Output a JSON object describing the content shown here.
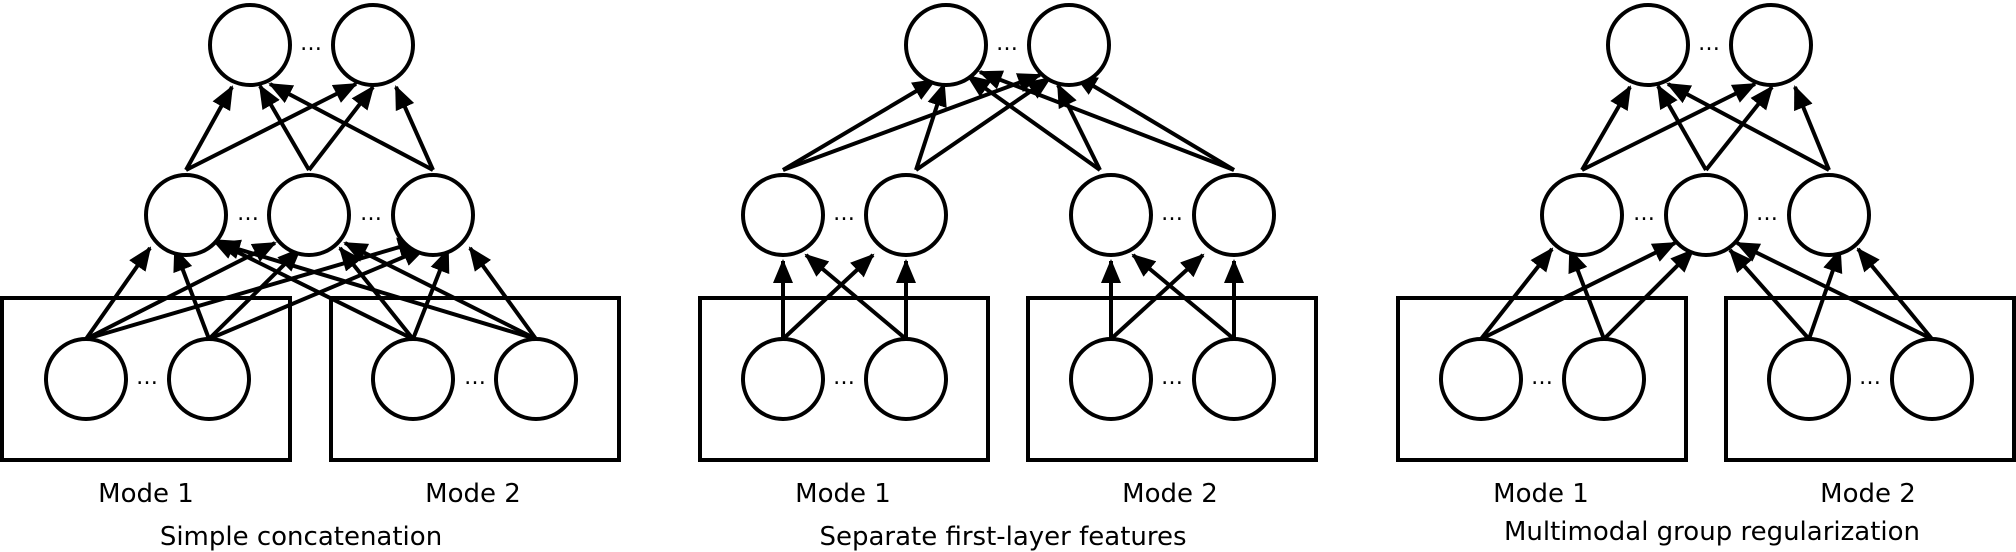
{
  "ellipsis": "…",
  "panels": [
    {
      "caption": "Simple concatenation",
      "mode1_label": "Mode 1",
      "mode2_label": "Mode 2"
    },
    {
      "caption": "Separate first-layer features",
      "mode1_label": "Mode 1",
      "mode2_label": "Mode 2"
    },
    {
      "caption": "Multimodal group regularization",
      "mode1_label": "Mode 1",
      "mode2_label": "Mode 2"
    }
  ]
}
